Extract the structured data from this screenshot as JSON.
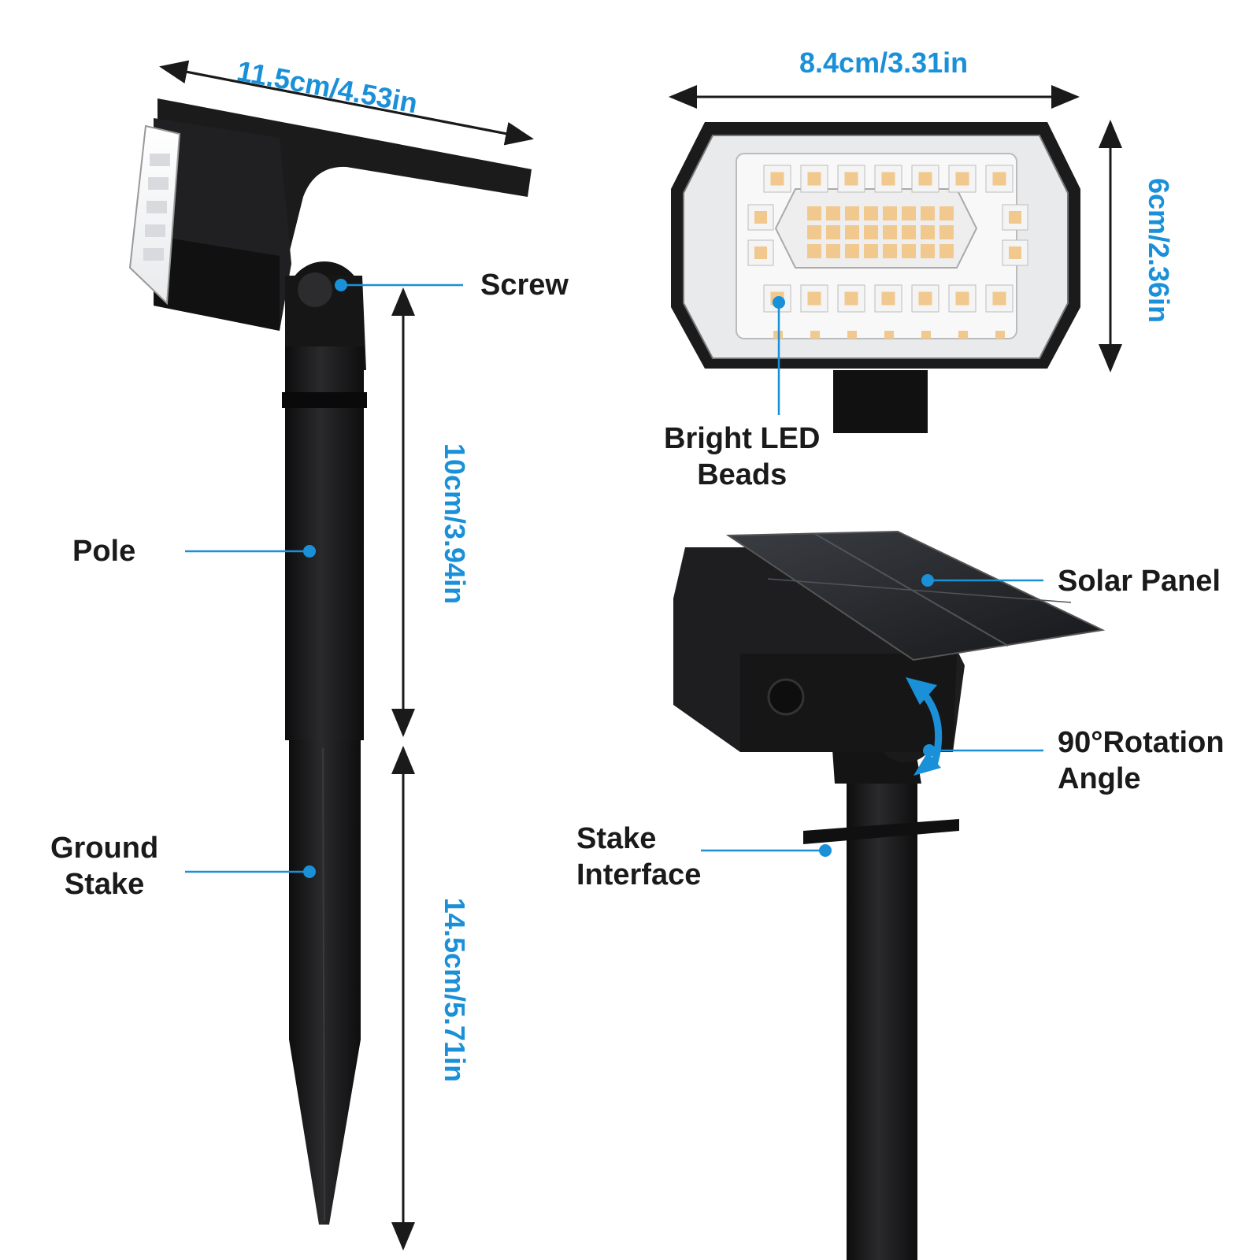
{
  "colors": {
    "accent": "#1a90d8",
    "text": "#1a1a1a",
    "product": "#1b1b1c",
    "led": "#f1c98e"
  },
  "dimensions": {
    "head_length": "11.5cm/4.53in",
    "panel_width": "8.4cm/3.31in",
    "panel_height": "6cm/2.36in",
    "pole_length": "10cm/3.94in",
    "stake_length": "14.5cm/5.71in"
  },
  "labels": {
    "screw": "Screw",
    "pole": "Pole",
    "ground_stake": [
      "Ground",
      "Stake"
    ],
    "bright_led": [
      "Bright LED",
      "Beads"
    ],
    "solar_panel": "Solar Panel",
    "rotation": [
      "90°Rotation",
      "Angle"
    ],
    "stake_interface": [
      "Stake",
      "Interface"
    ]
  }
}
